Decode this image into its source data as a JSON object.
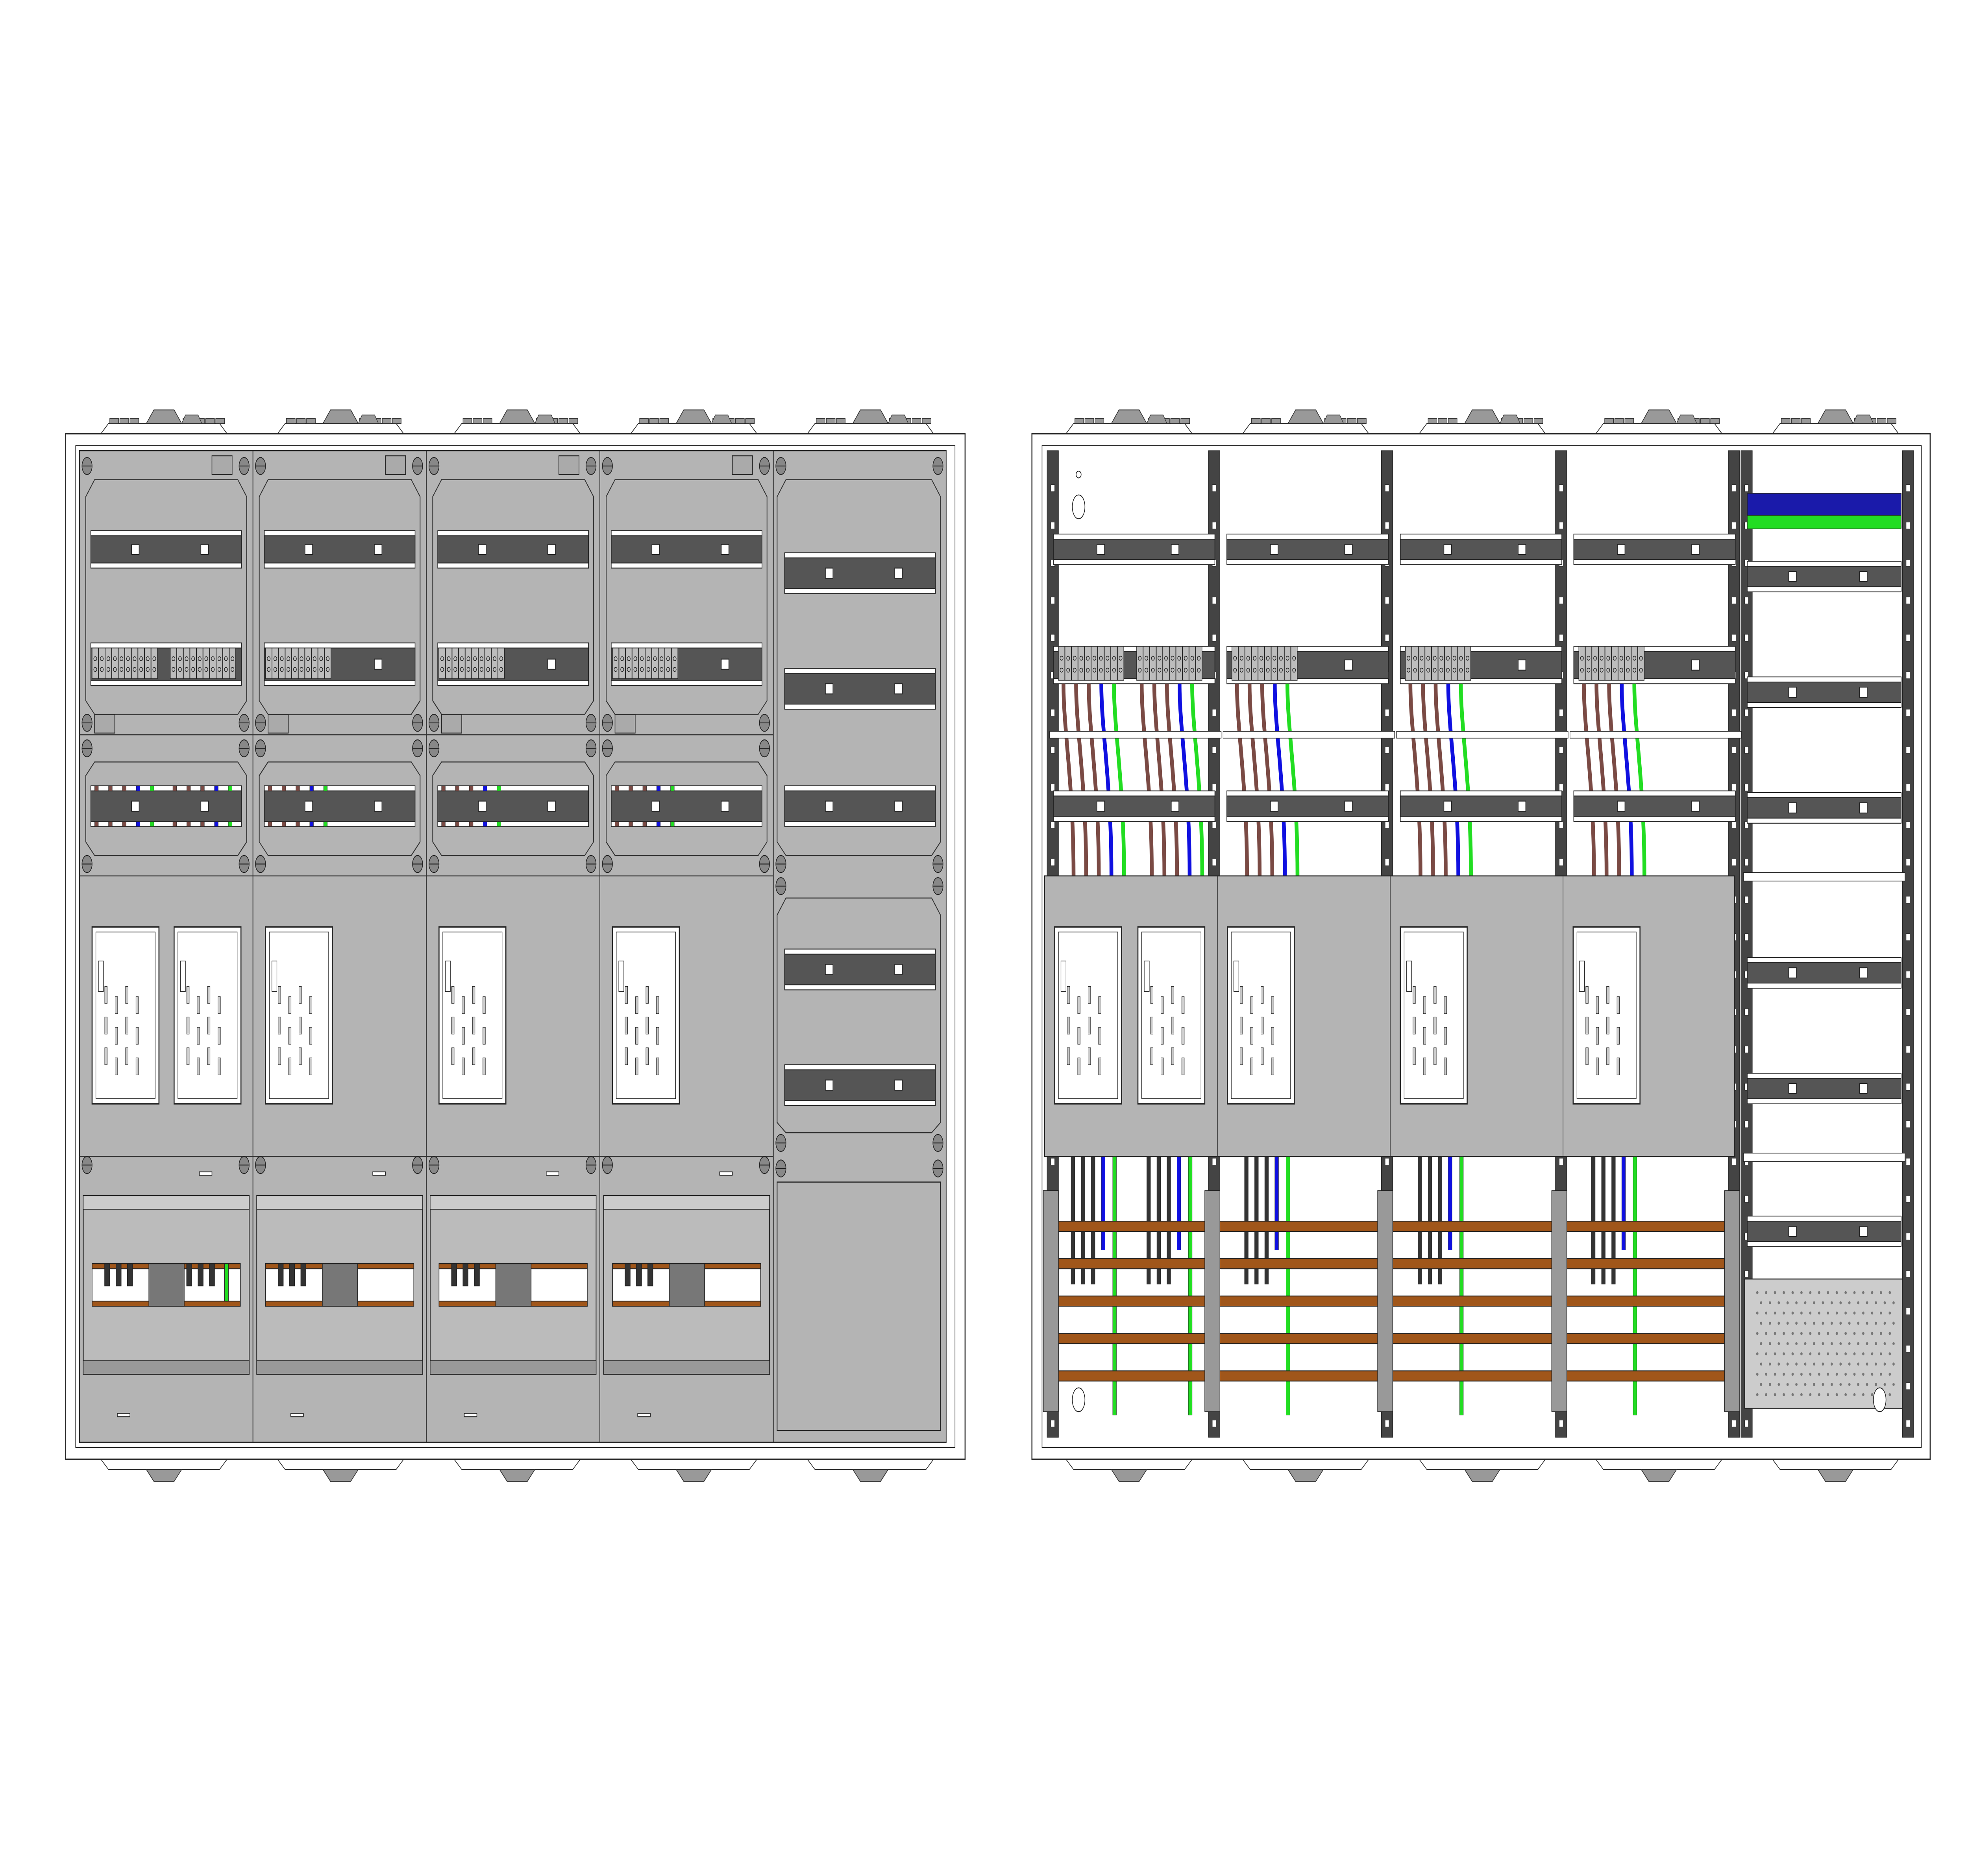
{
  "drawing": {
    "views": [
      {
        "id": "front",
        "columns": 5,
        "meter_places": [
          2,
          1,
          1,
          1,
          0
        ]
      },
      {
        "id": "interior",
        "columns": 5,
        "meter_places": [
          2,
          1,
          1,
          1,
          0
        ]
      }
    ],
    "colors": {
      "panel": "#b4b4b4",
      "rail": "#555555",
      "frame": "#ffffff",
      "wire_phase": "#7a4a44",
      "wire_neutral": "#1010e0",
      "wire_earth": "#22dd22",
      "busbar": "#a0561a",
      "terminal": "#bdbdbd",
      "terminal_strip_blue": "#1a1aaa"
    }
  }
}
